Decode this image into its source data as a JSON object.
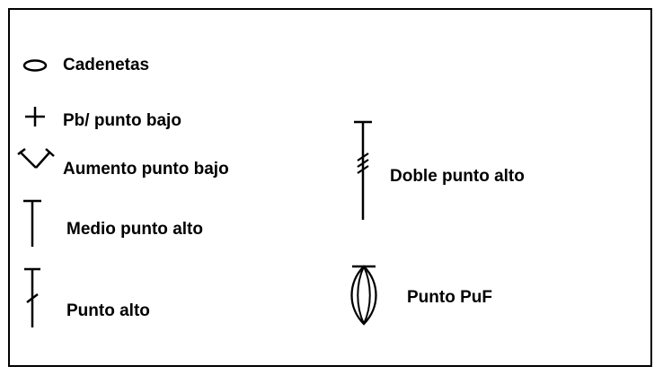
{
  "legend": {
    "items": [
      {
        "symbol": "cadeneta-oval-icon",
        "label": "Cadenetas"
      },
      {
        "symbol": "punto-bajo-plus-icon",
        "label": "Pb/ punto bajo"
      },
      {
        "symbol": "aumento-v-icon",
        "label": "Aumento punto bajo"
      },
      {
        "symbol": "medio-punto-alto-t-icon",
        "label": "Medio punto alto"
      },
      {
        "symbol": "punto-alto-t-slash-icon",
        "label": "Punto alto"
      },
      {
        "symbol": "doble-punto-alto-icon",
        "label": "Doble punto alto"
      },
      {
        "symbol": "punto-puf-icon",
        "label": "Punto PuF"
      }
    ]
  },
  "colors": {
    "ink": "#000000",
    "background": "#ffffff"
  }
}
